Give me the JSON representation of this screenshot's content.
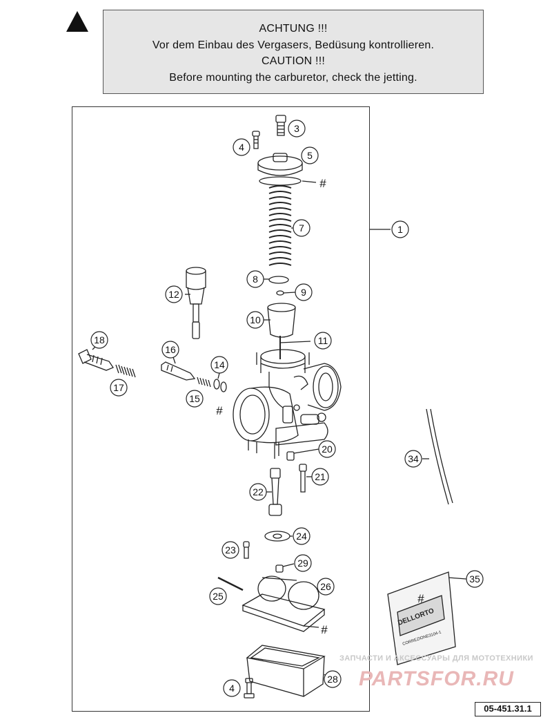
{
  "notice": {
    "line1": "ACHTUNG !!!",
    "line2": "Vor dem Einbau des Vergasers, Bedüsung kontrollieren.",
    "line3": "CAUTION !!!",
    "line4": "Before mounting the carburetor, check the jetting."
  },
  "callouts": {
    "c1": "1",
    "c3": "3",
    "c4a": "4",
    "c5": "5",
    "c7": "7",
    "c8": "8",
    "c9": "9",
    "c10": "10",
    "c11": "11",
    "c12": "12",
    "c14": "14",
    "c15": "15",
    "c16": "16",
    "c17": "17",
    "c18": "18",
    "c20": "20",
    "c21": "21",
    "c22": "22",
    "c23": "23",
    "c24": "24",
    "c25": "25",
    "c26": "26",
    "c28": "28",
    "c29": "29",
    "c34": "34",
    "c35": "35",
    "c4b": "4"
  },
  "marks": {
    "hash": "#"
  },
  "package_label": {
    "brand": "DELLORTO",
    "sub": "CORREZIONE   ",
    "code": "3104-1"
  },
  "watermark": {
    "line1": "ЗАПЧАСТИ И АКСЕССУАРЫ ДЛЯ МОТОТЕХНИКИ",
    "line2": "PARTSFOR.RU"
  },
  "doc_number": "05-451.31.1"
}
